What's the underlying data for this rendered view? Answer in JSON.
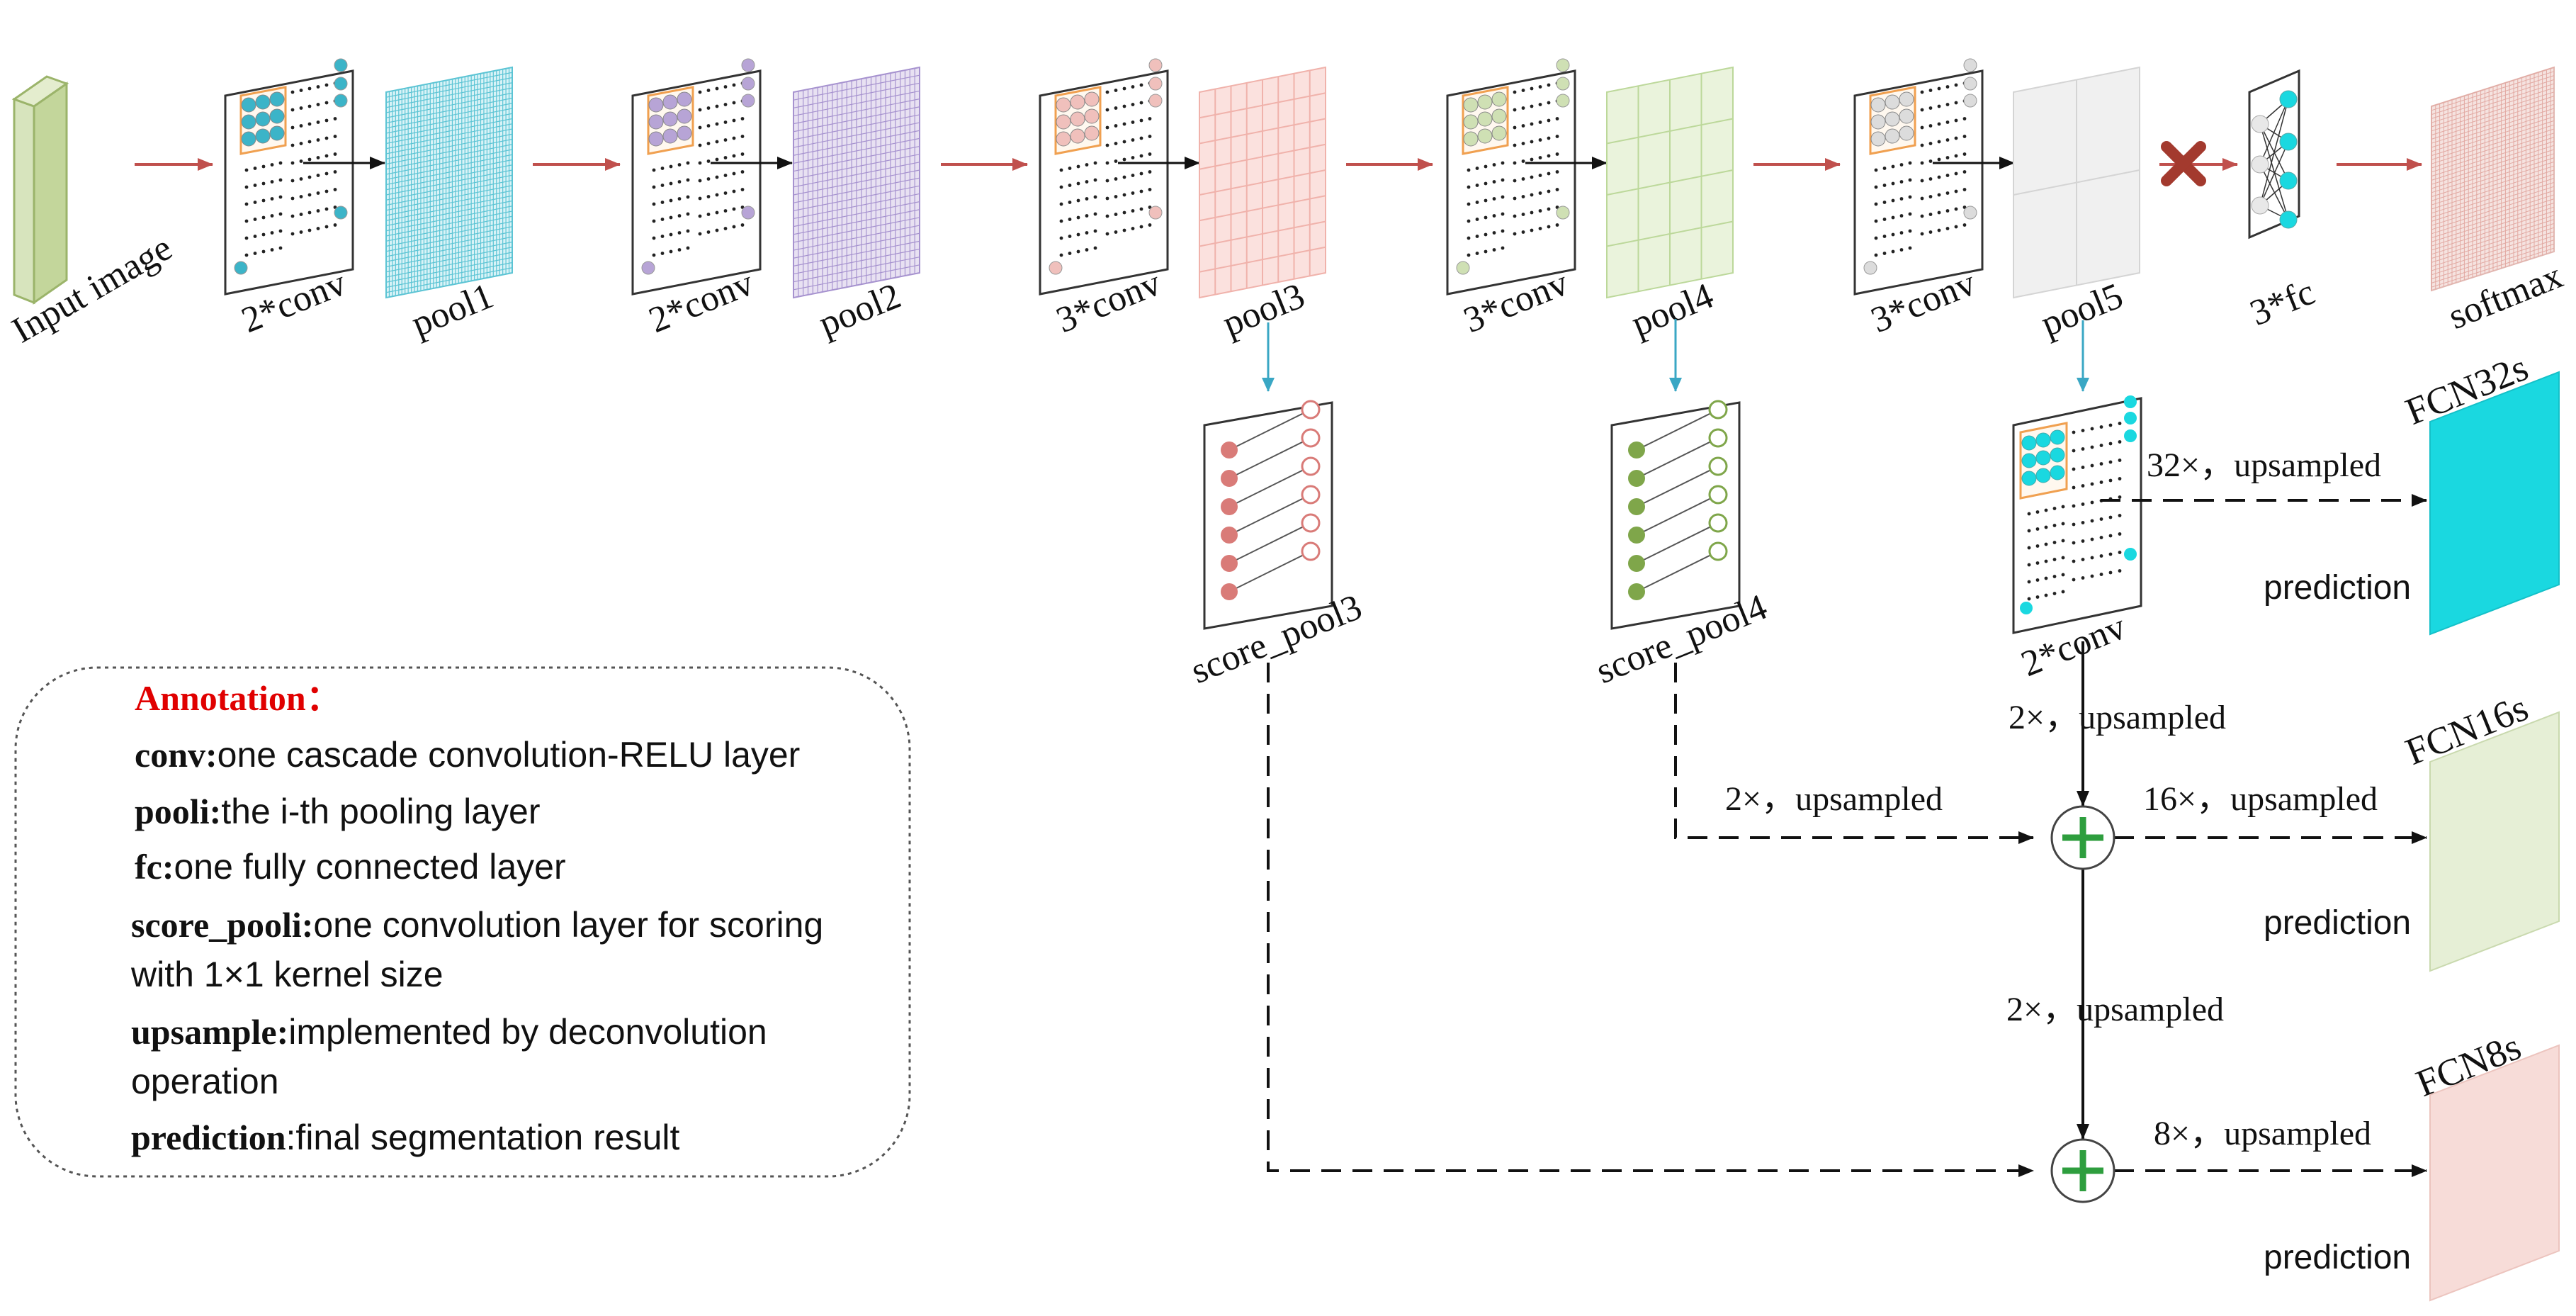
{
  "pipeline": {
    "input_label": "Input image",
    "blocks": [
      {
        "conv_label": "2*conv",
        "pool_label": "pool1",
        "color": "#3cb4c8",
        "pool_fill": "#d9f3f7",
        "pool_grid": "#5cc4d4"
      },
      {
        "conv_label": "2*conv",
        "pool_label": "pool2",
        "color": "#b7a4d6",
        "pool_fill": "#e8e1f2",
        "pool_grid": "#a692cf"
      },
      {
        "conv_label": "3*conv",
        "pool_label": "pool3",
        "color": "#f0c0bc",
        "pool_fill": "#fbe1de",
        "pool_grid": "#f0b2ab"
      },
      {
        "conv_label": "3*conv",
        "pool_label": "pool4",
        "color": "#cfe0b4",
        "pool_fill": "#eaf3dc",
        "pool_grid": "#bcd89a"
      },
      {
        "conv_label": "3*conv",
        "pool_label": "pool5",
        "color": "#dcdcdc",
        "pool_fill": "#f0f0f0",
        "pool_grid": "#d4d4d4"
      }
    ],
    "fc_label": "3*fc",
    "softmax_label": "softmax"
  },
  "score_layers": {
    "pool3": {
      "label": "score_pool3",
      "color": "#d97b78"
    },
    "pool4": {
      "label": "score_pool4",
      "color": "#7fa64a"
    }
  },
  "pool5_conv_label": "2*conv",
  "upsample": {
    "u32": "32×，upsampled",
    "u2a": "2×，upsampled",
    "u2b": "2×，upsampled",
    "u2c": "2×，upsampled",
    "u16": "16×，upsampled",
    "u8": "8×，upsampled"
  },
  "outputs": [
    {
      "title": "FCN32s",
      "prediction_label": "prediction",
      "color": "#1ad8e0"
    },
    {
      "title": "FCN16s",
      "prediction_label": "prediction",
      "color": "#e6efd6"
    },
    {
      "title": "FCN8s",
      "prediction_label": "prediction",
      "color": "#f7dcd8"
    }
  ],
  "annotation": {
    "title": "Annotation：",
    "title_color": "#e00000",
    "items": [
      {
        "term": "conv:",
        "text": "one cascade convolution-RELU layer"
      },
      {
        "term": "pooli:",
        "text": "the i-th pooling layer"
      },
      {
        "term": "fc:",
        "text": "one fully connected layer"
      },
      {
        "term": "score_pooli:",
        "text": "one convolution layer for scoring",
        "text2": "with 1×1 kernel size"
      },
      {
        "term": "upsample:",
        "text": "implemented by deconvolution",
        "text2": "operation"
      },
      {
        "term": "prediction",
        "text": ":final segmentation result"
      }
    ]
  },
  "colors": {
    "main_arrow": "#c0504d",
    "tap_arrow": "#3aa7c4",
    "plus": "#2e9e3e",
    "cross": "#a33a2e",
    "input_fill": "#d7e4bd",
    "input_stroke": "#9bb46a"
  }
}
